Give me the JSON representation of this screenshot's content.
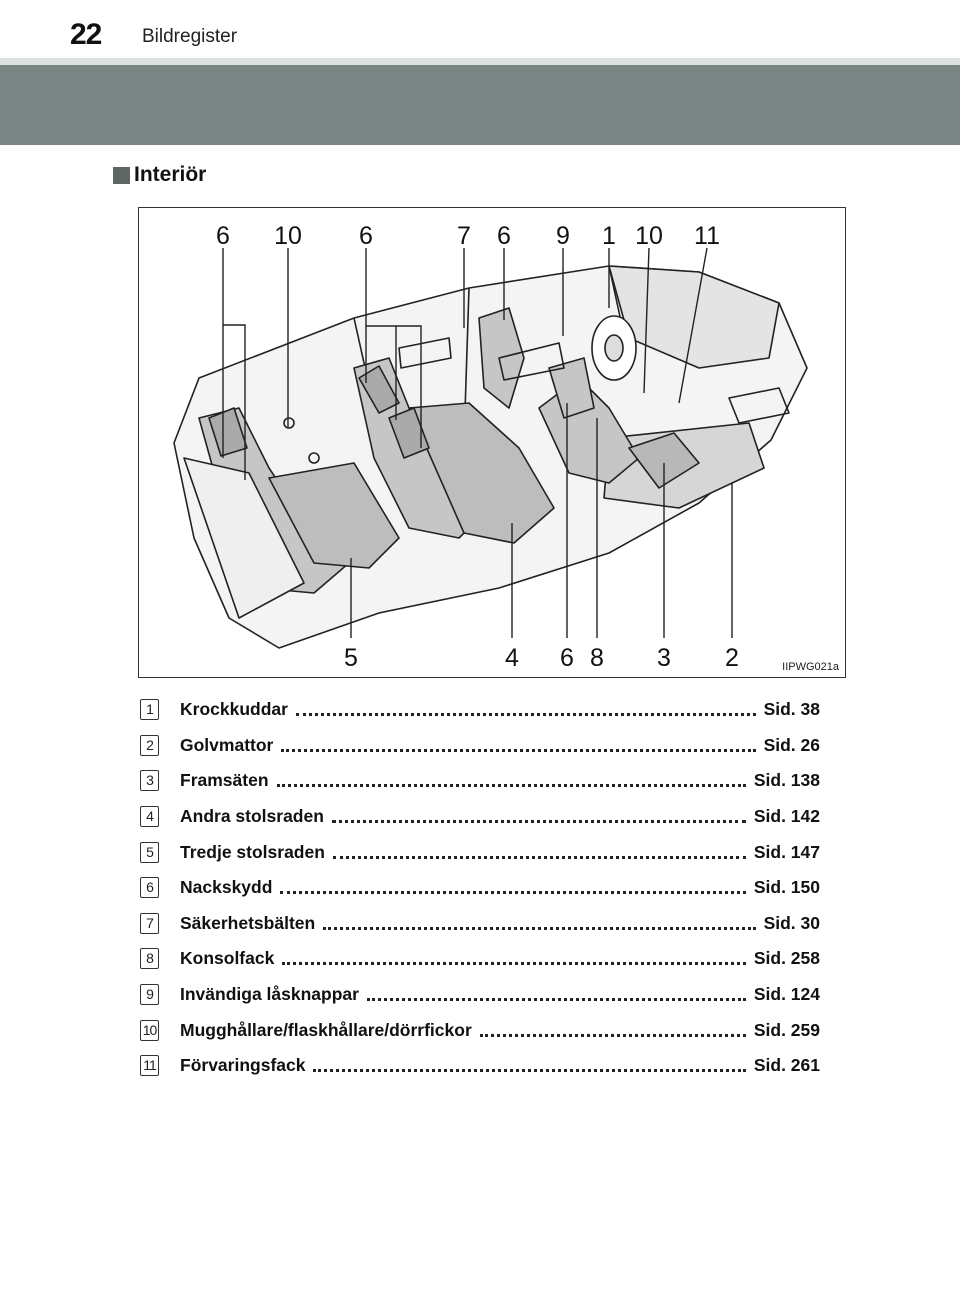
{
  "header": {
    "page_number": "22",
    "chapter": "Bildregister"
  },
  "section": {
    "title": "Interiör"
  },
  "figure": {
    "code": "IIPWG021a",
    "callouts_top": [
      "6",
      "10",
      "6",
      "7",
      "6",
      "9",
      "1",
      "10",
      "11"
    ],
    "callouts_bottom": [
      "5",
      "4",
      "6",
      "8",
      "3",
      "2"
    ]
  },
  "items": [
    {
      "num": "1",
      "label": "Krockkuddar",
      "page": "Sid. 38"
    },
    {
      "num": "2",
      "label": "Golvmattor",
      "page": "Sid. 26"
    },
    {
      "num": "3",
      "label": "Framsäten",
      "page": "Sid. 138"
    },
    {
      "num": "4",
      "label": "Andra stolsraden",
      "page": "Sid. 142"
    },
    {
      "num": "5",
      "label": "Tredje stolsraden",
      "page": "Sid. 147"
    },
    {
      "num": "6",
      "label": "Nackskydd",
      "page": "Sid. 150"
    },
    {
      "num": "7",
      "label": "Säkerhetsbälten",
      "page": "Sid. 30"
    },
    {
      "num": "8",
      "label": "Konsolfack",
      "page": "Sid. 258"
    },
    {
      "num": "9",
      "label": "Invändiga låsknappar",
      "page": "Sid. 124"
    },
    {
      "num": "10",
      "label": "Mugghållare/flaskhållare/dörrfickor",
      "page": "Sid. 259"
    },
    {
      "num": "11",
      "label": "Förvaringsfack",
      "page": "Sid. 261"
    }
  ]
}
